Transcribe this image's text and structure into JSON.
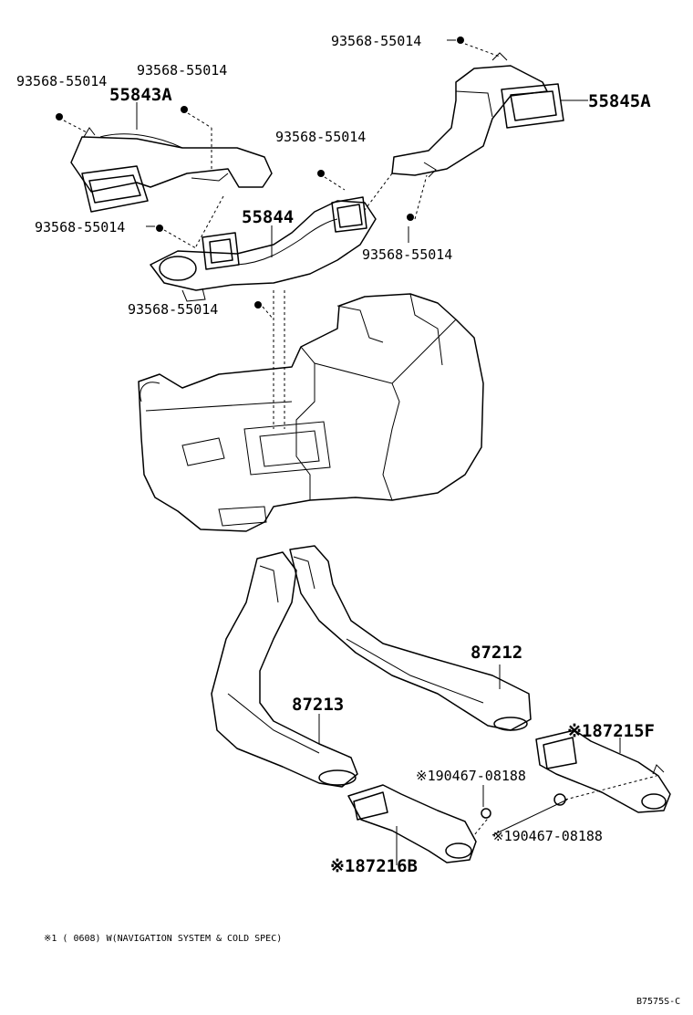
{
  "parts": {
    "p55843a": "55843A",
    "p55845a": "55845A",
    "p55844": "55844",
    "p87212": "87212",
    "p87213": "87213",
    "p87215f": "※187215F",
    "p87216b": "※187216B",
    "clip_a": "※190467-08188",
    "clip_b": "※190467-08188"
  },
  "screws": {
    "s1": "93568-55014",
    "s2": "93568-55014",
    "s3": "93568-55014",
    "s4": "93568-55014",
    "s5": "93568-55014",
    "s6": "93568-55014",
    "s7": "93568-55014"
  },
  "footnote": "※1 (      0608) W(NAVIGATION SYSTEM & COLD SPEC)",
  "diagram_id": "B7575S-C"
}
